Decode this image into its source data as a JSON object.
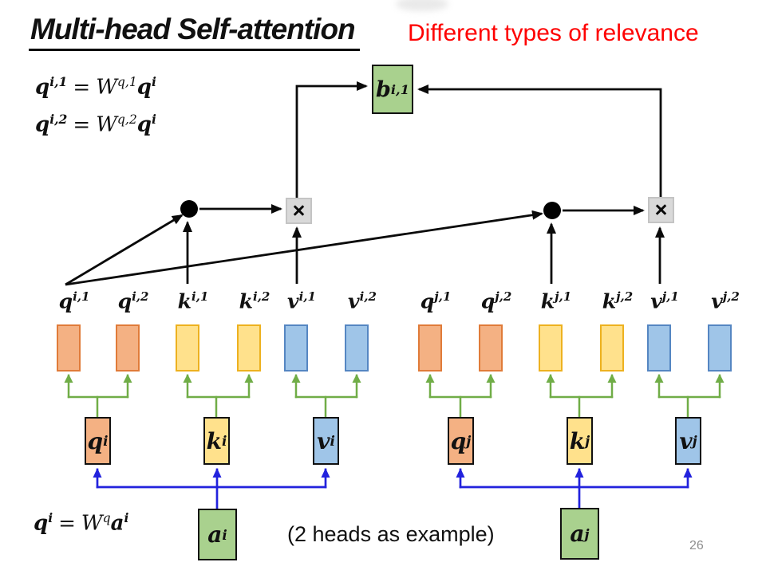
{
  "slide": {
    "title": "Multi-head Self-attention",
    "subtitle": "Different types of relevance",
    "caption": "(2 heads as example)",
    "page_number": "26"
  },
  "equations": {
    "eq1": {
      "lhs_base": "q",
      "lhs_sup": "i,1",
      "equals": "=",
      "w_base": "W",
      "w_sup": "q,1",
      "rhs_base": "q",
      "rhs_sup": "i"
    },
    "eq2": {
      "lhs_base": "q",
      "lhs_sup": "i,2",
      "equals": "=",
      "w_base": "W",
      "w_sup": "q,2",
      "rhs_base": "q",
      "rhs_sup": "i"
    },
    "eq3": {
      "lhs_base": "q",
      "lhs_sup": "i",
      "equals": "=",
      "w_base": "W",
      "w_sup": "q",
      "rhs_base": "a",
      "rhs_sup": "i"
    }
  },
  "output_box": {
    "base": "b",
    "sup": "i,1"
  },
  "operators": [
    "×",
    "×"
  ],
  "heads": [
    {
      "base": "q",
      "sup": "i,1"
    },
    {
      "base": "q",
      "sup": "i,2"
    },
    {
      "base": "k",
      "sup": "i,1"
    },
    {
      "base": "k",
      "sup": "i,2"
    },
    {
      "base": "v",
      "sup": "i,1"
    },
    {
      "base": "v",
      "sup": "i,2"
    },
    {
      "base": "q",
      "sup": "j,1"
    },
    {
      "base": "q",
      "sup": "j,2"
    },
    {
      "base": "k",
      "sup": "j,1"
    },
    {
      "base": "k",
      "sup": "j,2"
    },
    {
      "base": "v",
      "sup": "j,1"
    },
    {
      "base": "v",
      "sup": "j,2"
    }
  ],
  "vectors": [
    {
      "base": "q",
      "sup": "i"
    },
    {
      "base": "k",
      "sup": "i"
    },
    {
      "base": "v",
      "sup": "i"
    },
    {
      "base": "q",
      "sup": "j"
    },
    {
      "base": "k",
      "sup": "j"
    },
    {
      "base": "v",
      "sup": "j"
    }
  ],
  "inputs": [
    {
      "base": "a",
      "sup": "i"
    },
    {
      "base": "a",
      "sup": "j"
    }
  ],
  "colors": {
    "q_fill": "#F4B183",
    "q_border": "#E07B39",
    "k_fill": "#FFE18C",
    "k_border": "#EDB11F",
    "v_fill": "#9FC5E8",
    "v_border": "#5586C2",
    "a_fill": "#A9D18E",
    "a_border": "#7BA05B",
    "op_fill": "#D9D9D9",
    "op_border": "#C4C4C4",
    "arrow_green": "#70AD47",
    "arrow_blue": "#2222DD",
    "accent_red": "#FE0000",
    "page_gray": "#8E8E8E"
  }
}
